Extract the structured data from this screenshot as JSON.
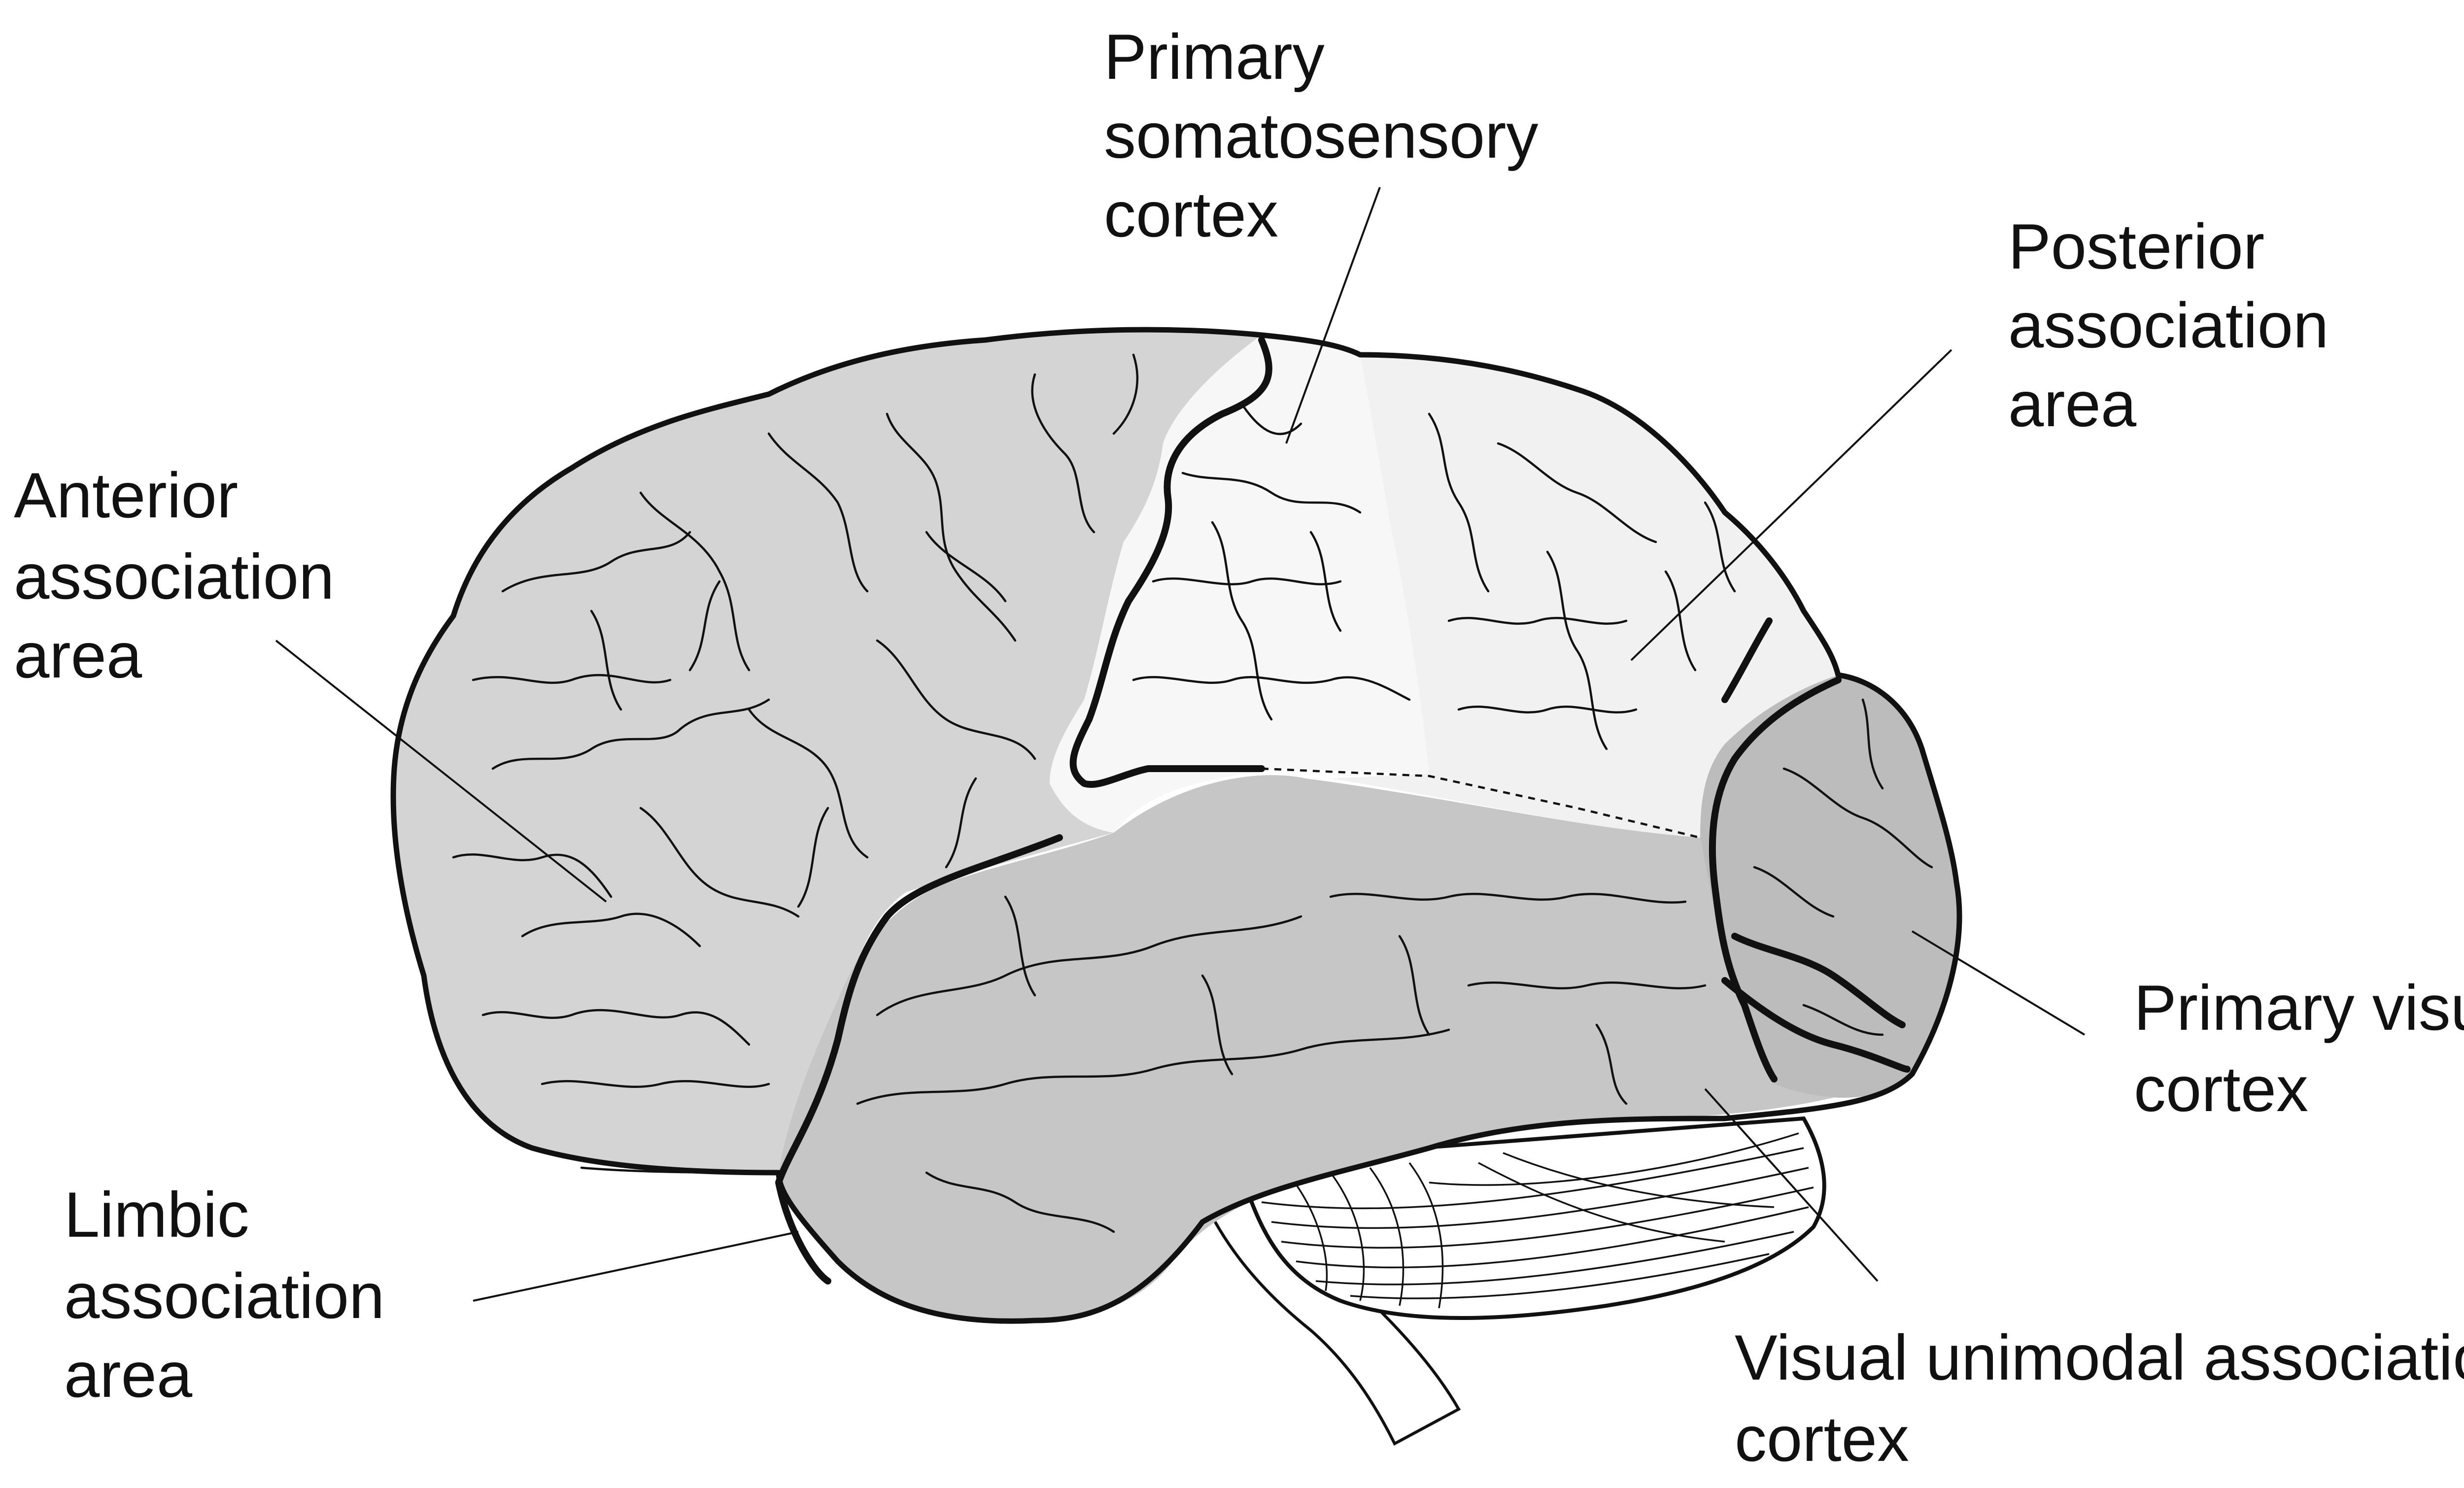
{
  "colors": {
    "anterior_association": "#d4d4d4",
    "primary_somatosensory": "#f7f7f7",
    "posterior_association": "#f1f1f1",
    "temporal_limbic": "#c6c6c6",
    "occipital_visual": "#bcbcbc",
    "cerebellum": "#ffffff",
    "outline": "#111111"
  },
  "labels": {
    "primary_somatosensory": [
      "Primary",
      "somatosensory",
      "cortex"
    ],
    "posterior_association": [
      "Posterior",
      "association",
      "area"
    ],
    "anterior_association": [
      "Anterior",
      "association",
      "area"
    ],
    "primary_visual": [
      "Primary visual",
      "cortex"
    ],
    "limbic_association": [
      "Limbic",
      "association",
      "area"
    ],
    "visual_unimodal": [
      "Visual unimodal association",
      "cortex"
    ]
  }
}
